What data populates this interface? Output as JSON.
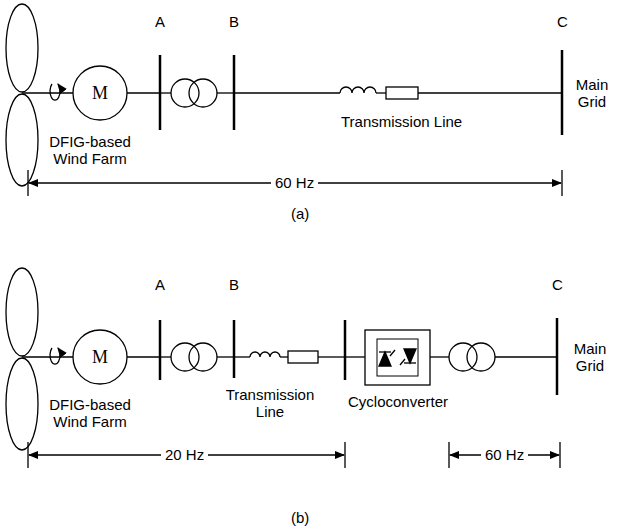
{
  "diagram": {
    "nodes": [
      {
        "text": [
          "M"
        ]
      },
      {
        "text": [
          "M"
        ]
      }
    ],
    "labels": [
      "A",
      "B",
      "C",
      "Main Grid",
      "DFIG-based Wind Farm",
      "Transmission Line",
      "60 Hz",
      "(a)",
      "A",
      "B",
      "C",
      "Main Grid",
      "DFIG-based Wind Farm",
      "Transmission Line",
      "Cycloconverter",
      "20 Hz",
      "60 Hz",
      "(b)"
    ]
  }
}
